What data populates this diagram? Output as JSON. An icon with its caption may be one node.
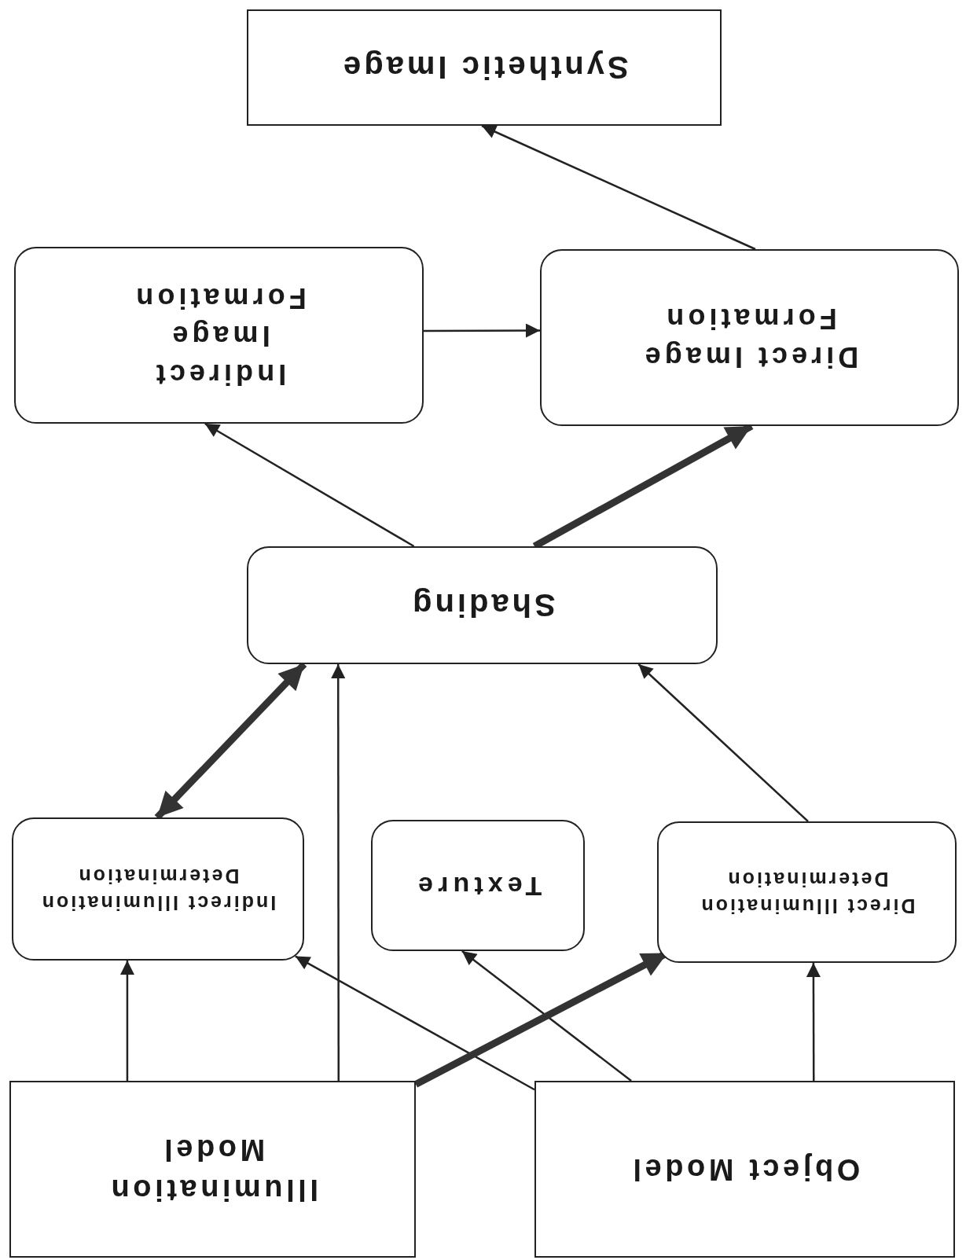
{
  "diagram": {
    "nodes": [
      {
        "text": [
          "Object Model"
        ]
      },
      {
        "text": [
          "Illumination Model"
        ]
      },
      {
        "text": [
          "Direct Illumination Determination"
        ]
      },
      {
        "text": [
          "Texture"
        ]
      },
      {
        "text": [
          "Indirect Illumination Determination"
        ]
      },
      {
        "text": [
          "Shading"
        ]
      },
      {
        "text": [
          "Direct Image Formation"
        ]
      },
      {
        "text": [
          "Indirect Image Formation"
        ]
      },
      {
        "text": [
          "Synthetic Image"
        ]
      }
    ],
    "edges": [
      {
        "from": 0,
        "to": 2,
        "arrow": "to"
      },
      {
        "from": 0,
        "to": 3,
        "arrow": "to"
      },
      {
        "from": 0,
        "to": 4,
        "arrow": "to"
      },
      {
        "from": 1,
        "to": 2,
        "arrow": "to",
        "style": "thick"
      },
      {
        "from": 1,
        "to": 4,
        "arrow": "to"
      },
      {
        "from": 1,
        "to": 5,
        "arrow": "to"
      },
      {
        "from": 2,
        "to": 5,
        "arrow": "to"
      },
      {
        "from": 4,
        "to": 5,
        "arrow": "both",
        "style": "thick"
      },
      {
        "from": 5,
        "to": 7,
        "arrow": "to"
      },
      {
        "from": 5,
        "to": 6,
        "arrow": "to",
        "style": "thick"
      },
      {
        "from": 7,
        "to": 6,
        "arrow": "to"
      },
      {
        "from": 6,
        "to": 8,
        "arrow": "to"
      }
    ]
  }
}
